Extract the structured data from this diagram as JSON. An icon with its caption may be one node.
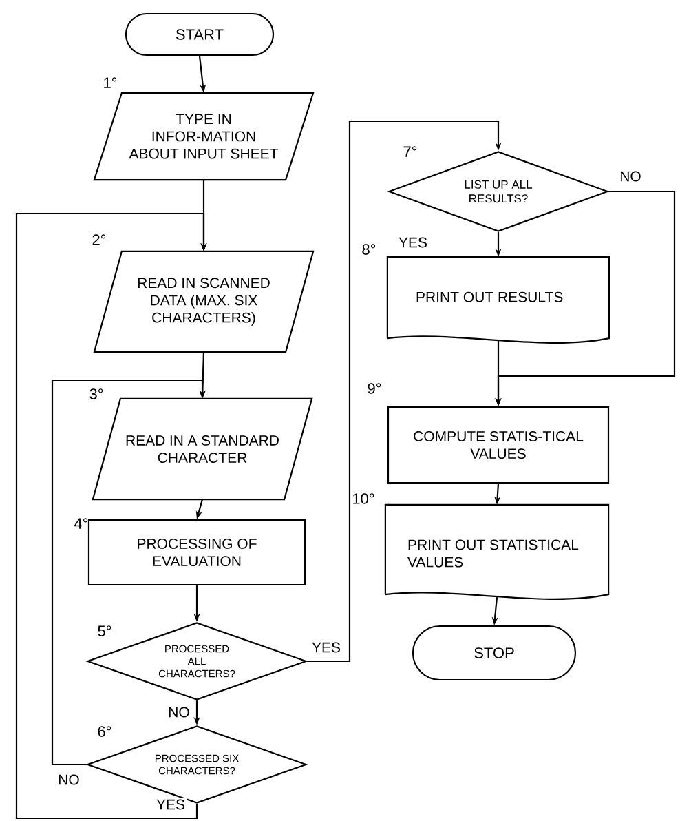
{
  "diagram": {
    "nodes": [
      {
        "text": [
          "START"
        ]
      },
      {
        "text": [
          "TYPE IN INFOR-MATION ABOUT INPUT SHEET"
        ],
        "beside": [
          "1°"
        ]
      },
      {
        "text": [
          "READ IN SCANNED DATA (MAX. SIX CHARACTERS)"
        ],
        "beside": [
          "2°"
        ]
      },
      {
        "text": [
          "READ IN A STANDARD CHARACTER"
        ],
        "beside": [
          "3°"
        ]
      },
      {
        "text": [
          "PROCESSING OF EVALUATION"
        ],
        "beside": [
          "4°"
        ]
      },
      {
        "text": [
          "PROCESSED ALL CHARACTERS?"
        ],
        "beside": [
          "5°"
        ]
      },
      {
        "text": [
          "PROCESSED SIX CHARACTERS?"
        ],
        "beside": [
          "6°"
        ]
      },
      {
        "text": [
          "LIST UP ALL RESULTS?"
        ],
        "beside": [
          "7°"
        ]
      },
      {
        "text": [
          "PRINT OUT RESULTS"
        ],
        "beside": [
          "8°"
        ]
      },
      {
        "text": [
          "COMPUTE STATIS-TICAL VALUES"
        ],
        "beside": [
          "9°"
        ]
      },
      {
        "text": [
          "PRINT OUT STATISTICAL VALUES"
        ],
        "beside": [
          "10°"
        ]
      },
      {
        "text": [
          "STOP"
        ]
      }
    ],
    "edges": [
      {
        "from": 0,
        "to": 1,
        "arrow": "to"
      },
      {
        "from": 1,
        "to": 2,
        "arrow": "to"
      },
      {
        "from": 2,
        "to": 3,
        "arrow": "to"
      },
      {
        "from": 3,
        "to": 4,
        "arrow": "to"
      },
      {
        "from": 4,
        "to": 5,
        "arrow": "to"
      },
      {
        "from": 5,
        "to": 6,
        "arrow": "to",
        "label": "NO"
      },
      {
        "from": 6,
        "to": 3,
        "arrow": "to",
        "label": "NO"
      },
      {
        "from": 6,
        "to": 2,
        "arrow": "to",
        "label": "YES"
      },
      {
        "from": 5,
        "to": 7,
        "arrow": "to",
        "label": "YES"
      },
      {
        "from": 7,
        "to": 8,
        "arrow": "to",
        "label": "YES"
      },
      {
        "from": 7,
        "to": 9,
        "arrow": "to",
        "label": "NO"
      },
      {
        "from": 8,
        "to": 9,
        "arrow": "to"
      },
      {
        "from": 9,
        "to": 10,
        "arrow": "to"
      },
      {
        "from": 10,
        "to": 11,
        "arrow": "to"
      }
    ]
  }
}
